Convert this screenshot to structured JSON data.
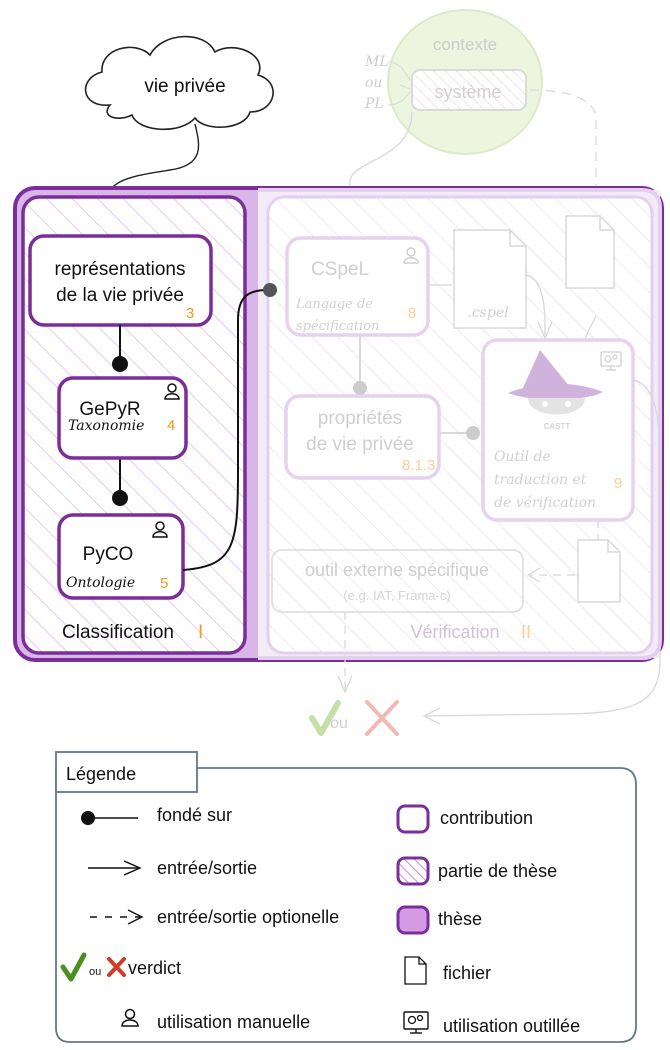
{
  "cloud": {
    "label": "vie privée"
  },
  "context": {
    "title": "contexte",
    "system": "système",
    "ml": "ML",
    "ou": "ou",
    "pl": "PL"
  },
  "classification": {
    "label": "Classification",
    "num": "I",
    "representations": {
      "line1": "représentations",
      "line2": "de la vie privée",
      "num": "3"
    },
    "gepyr": {
      "title": "GePyR",
      "sub": "Taxonomie",
      "num": "4"
    },
    "pyco": {
      "title": "PyCO",
      "sub": "Ontologie",
      "num": "5"
    }
  },
  "verification": {
    "label": "Vérification",
    "num": "II",
    "cspel": {
      "title": "CSpeL",
      "sub1": "Langage de",
      "sub2": "spécification",
      "num": "8"
    },
    "file_cspel": ".cspel",
    "props": {
      "line1": "propriétés",
      "line2": "de vie privée",
      "num": "8.1.3"
    },
    "castt": {
      "logo": "CASTT",
      "sub1": "Outil de",
      "sub2": "traduction et",
      "sub3": "de vérification",
      "num": "9"
    },
    "outil": {
      "line1": "outil externe spécifique",
      "line2": "(e.g. IAT, Frama-c)"
    }
  },
  "verdict": {
    "ou": "ou"
  },
  "legend": {
    "title": "Légende",
    "fonde": "fondé sur",
    "io": "entrée/sortie",
    "io_opt": "entrée/sortie optionelle",
    "ou": "ou",
    "verdict": "verdict",
    "manuelle": "utilisation manuelle",
    "contribution": "contribution",
    "partie": "partie de thèse",
    "these": "thèse",
    "fichier": "fichier",
    "outillee": "utilisation outillée"
  },
  "colors": {
    "purple": "#7b2d9a",
    "light_purple": "#d9b6e8",
    "faded": "#e3cfee",
    "green": "#6aaa2e",
    "red": "#d23a2a",
    "context_green": "#eaf4d9"
  }
}
